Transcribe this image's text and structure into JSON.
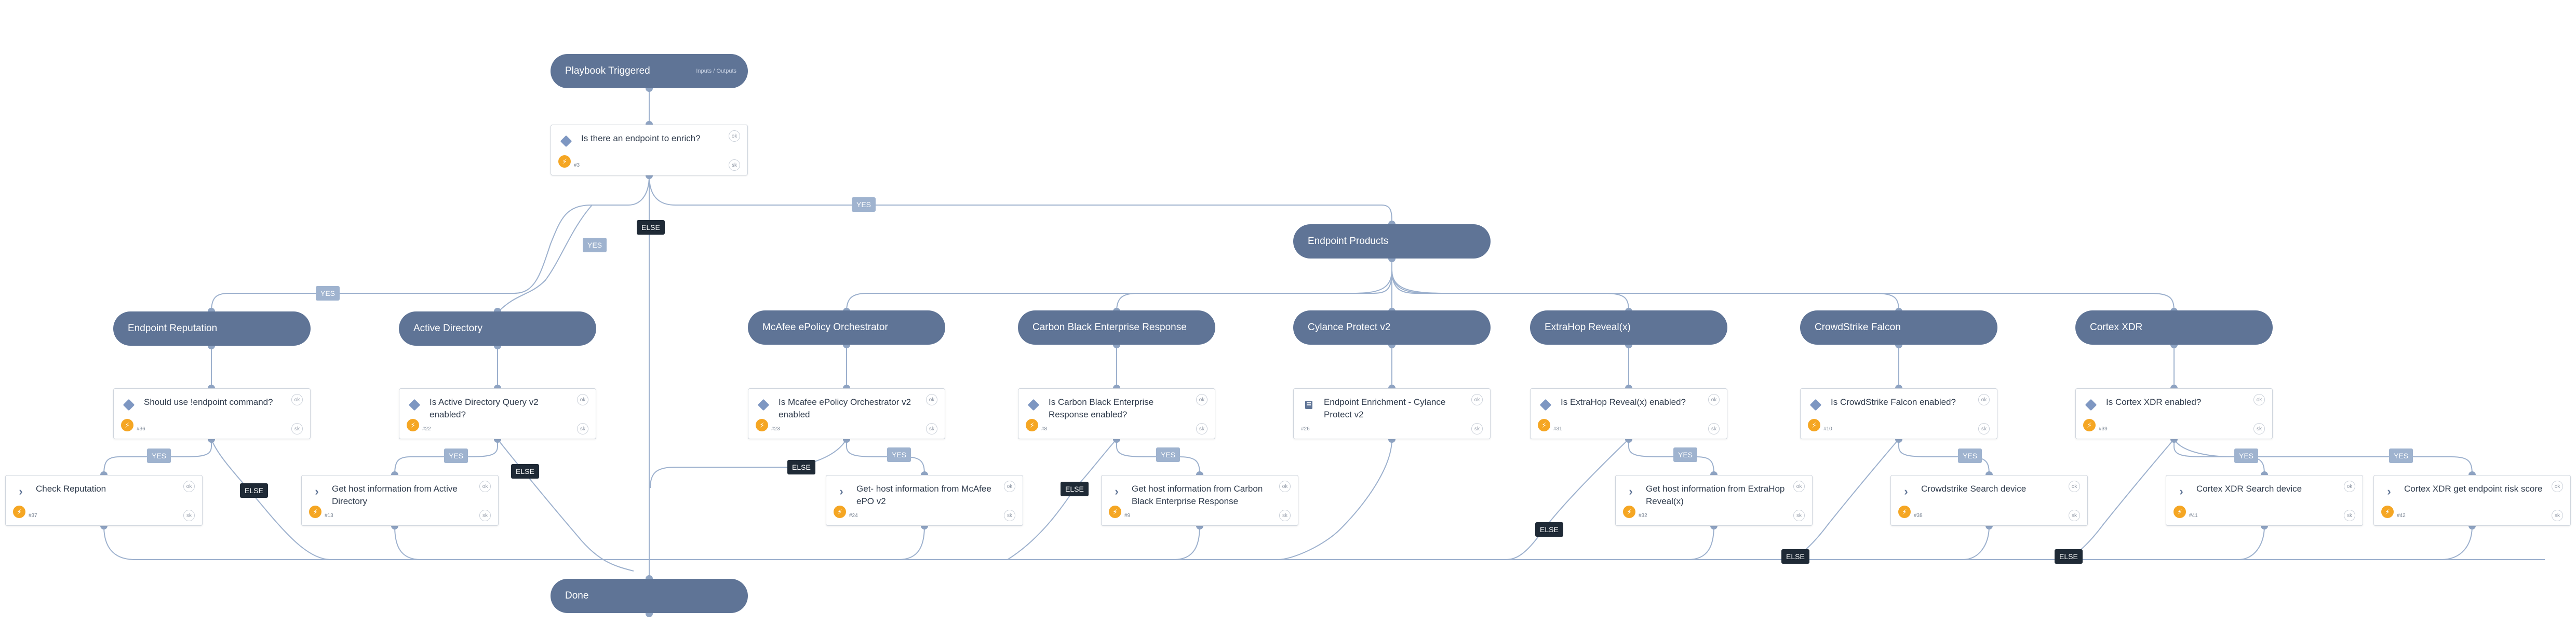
{
  "colors": {
    "section": "#5f7496",
    "edge": "#9cb0cd",
    "connector": "#8ea3c2",
    "yes_label": "#9fb3cf",
    "else_label": "#1f2a36",
    "bolt": "#f5a623"
  },
  "icons": {
    "condition": "diamond-icon",
    "subplaybook": "chevron-right-icon",
    "automation": "lightning-bolt-icon",
    "script": "book-icon"
  },
  "sections": {
    "start": {
      "label": "Playbook Triggered",
      "inout": "Inputs / Outputs"
    },
    "endpoint_products": {
      "label": "Endpoint Products"
    },
    "endpoint_reputation": {
      "label": "Endpoint Reputation"
    },
    "active_directory": {
      "label": "Active Directory"
    },
    "mcafee": {
      "label": "McAfee ePolicy Orchestrator"
    },
    "carbon_black": {
      "label": "Carbon Black Enterprise Response"
    },
    "cylance": {
      "label": "Cylance Protect v2"
    },
    "extrahop": {
      "label": "ExtraHop Reveal(x)"
    },
    "crowdstrike": {
      "label": "CrowdStrike Falcon"
    },
    "cortex": {
      "label": "Cortex XDR"
    },
    "done": {
      "label": "Done"
    }
  },
  "tasks": {
    "t1": {
      "title": "Is there an endpoint to enrich?",
      "id": "#3"
    },
    "t2": {
      "title": "Should use !endpoint command?",
      "id": "#36"
    },
    "t3": {
      "title": "Is Active Directory Query v2 enabled?",
      "id": "#22"
    },
    "t4": {
      "title": "Is Mcafee ePolicy Orchestrator v2 enabled",
      "id": "#23"
    },
    "t5": {
      "title": "Is Carbon Black Enterprise Response enabled?",
      "id": "#8"
    },
    "t6": {
      "title": "Endpoint Enrichment - Cylance Protect v2",
      "id": "#26"
    },
    "t7": {
      "title": "Is ExtraHop Reveal(x) enabled?",
      "id": "#31"
    },
    "t8": {
      "title": "Is CrowdStrike Falcon enabled?",
      "id": "#10"
    },
    "t9": {
      "title": "Is Cortex XDR enabled?",
      "id": "#39"
    },
    "t10": {
      "title": "Check Reputation",
      "id": "#37"
    },
    "t11": {
      "title": "Get host information from Active Directory",
      "id": "#13"
    },
    "t12": {
      "title": "Get- host information from McAfee ePO v2",
      "id": "#24"
    },
    "t13": {
      "title": "Get host information from Carbon Black Enterprise Response",
      "id": "#9"
    },
    "t14": {
      "title": "Get host information from ExtraHop Reveal(x)",
      "id": "#32"
    },
    "t15": {
      "title": "Crowdstrike Search device",
      "id": "#38"
    },
    "t16": {
      "title": "Cortex XDR Search device",
      "id": "#41"
    },
    "t17": {
      "title": "Cortex XDR get endpoint risk score",
      "id": "#42"
    }
  },
  "task_badges": {
    "ok": "ok",
    "skip": "sk"
  },
  "labels": {
    "yes": "YES",
    "else": "ELSE"
  }
}
